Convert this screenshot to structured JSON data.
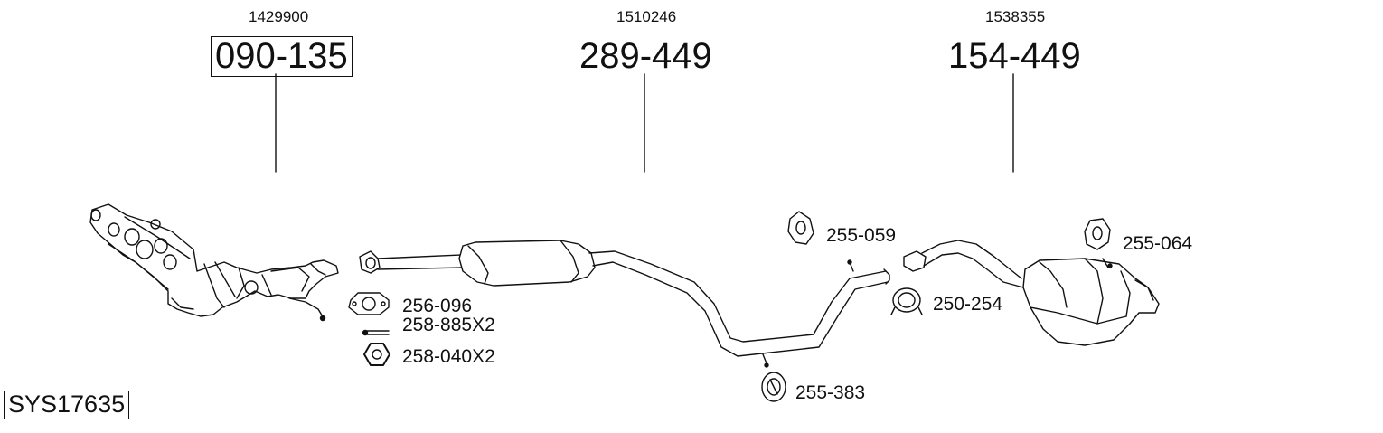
{
  "diagram": {
    "system_code": "SYS17635",
    "main_parts": [
      {
        "ref": "1429900",
        "part": "090-135"
      },
      {
        "ref": "1510246",
        "part": "289-449"
      },
      {
        "ref": "1538355",
        "part": "154-449"
      }
    ],
    "accessories": [
      "256-096",
      "258-885X2",
      "258-040X2",
      "255-059",
      "250-254",
      "255-064",
      "255-383"
    ]
  }
}
